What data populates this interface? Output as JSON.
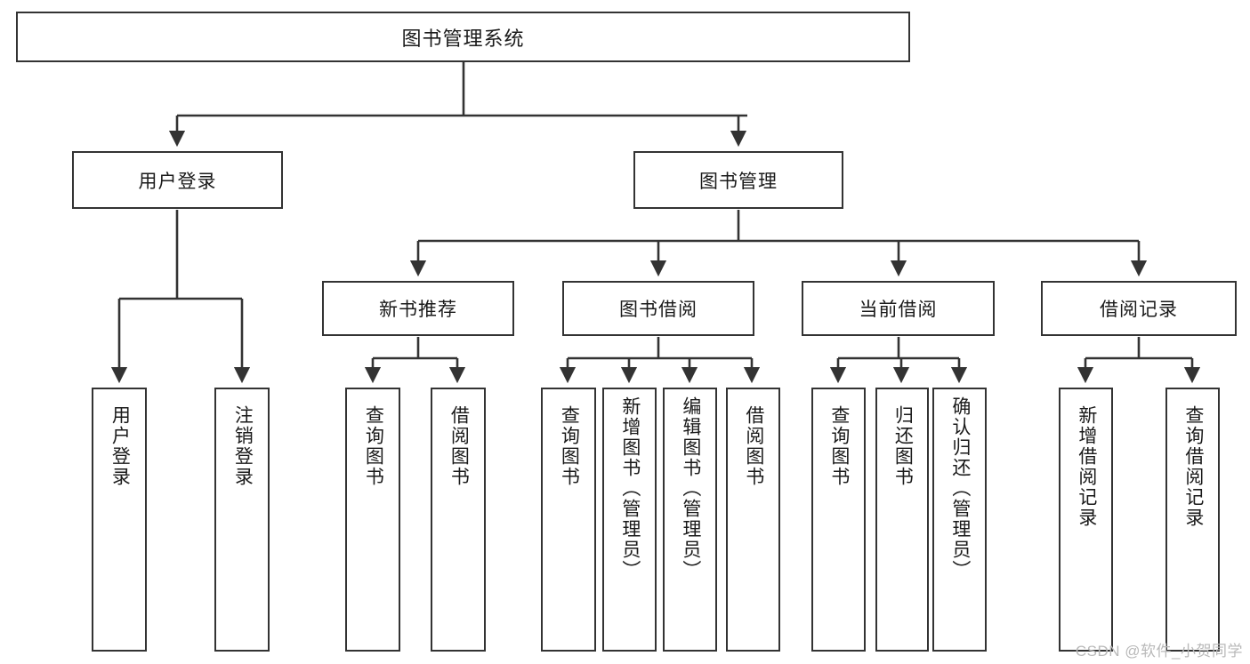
{
  "diagram": {
    "title": "图书管理系统",
    "watermark": "CSDN @软件_小贺同学",
    "colors": {
      "box_border": "#333333",
      "box_fill": "#ffffff",
      "line": "#333333",
      "text": "#1a1a1a",
      "watermark": "#b9b9b9"
    },
    "root": {
      "label": "图书管理系统"
    },
    "level2": [
      {
        "id": "user-login",
        "label": "用户登录"
      },
      {
        "id": "book-manage",
        "label": "图书管理"
      }
    ],
    "level3": [
      {
        "id": "new-book-recommend",
        "label": "新书推荐"
      },
      {
        "id": "book-borrow",
        "label": "图书借阅"
      },
      {
        "id": "current-borrow",
        "label": "当前借阅"
      },
      {
        "id": "borrow-record",
        "label": "借阅记录"
      }
    ],
    "leaves": [
      {
        "id": "leaf-user-login",
        "parent": "user-login",
        "label": "用户登录"
      },
      {
        "id": "leaf-logout-login",
        "parent": "user-login",
        "label": "注销登录"
      },
      {
        "id": "leaf-query-book-1",
        "parent": "new-book-recommend",
        "label": "查询图书"
      },
      {
        "id": "leaf-borrow-book-1",
        "parent": "new-book-recommend",
        "label": "借阅图书"
      },
      {
        "id": "leaf-query-book-2",
        "parent": "book-borrow",
        "label": "查询图书"
      },
      {
        "id": "leaf-add-book",
        "parent": "book-borrow",
        "label": "新增图书（管理员）"
      },
      {
        "id": "leaf-edit-book",
        "parent": "book-borrow",
        "label": "编辑图书（管理员）"
      },
      {
        "id": "leaf-borrow-book-2",
        "parent": "book-borrow",
        "label": "借阅图书"
      },
      {
        "id": "leaf-query-book-3",
        "parent": "current-borrow",
        "label": "查询图书"
      },
      {
        "id": "leaf-return-book",
        "parent": "current-borrow",
        "label": "归还图书"
      },
      {
        "id": "leaf-confirm-return",
        "parent": "current-borrow",
        "label": "确认归还（管理员）"
      },
      {
        "id": "leaf-add-record",
        "parent": "borrow-record",
        "label": "新增借阅记录"
      },
      {
        "id": "leaf-query-record",
        "parent": "borrow-record",
        "label": "查询借阅记录"
      }
    ]
  }
}
